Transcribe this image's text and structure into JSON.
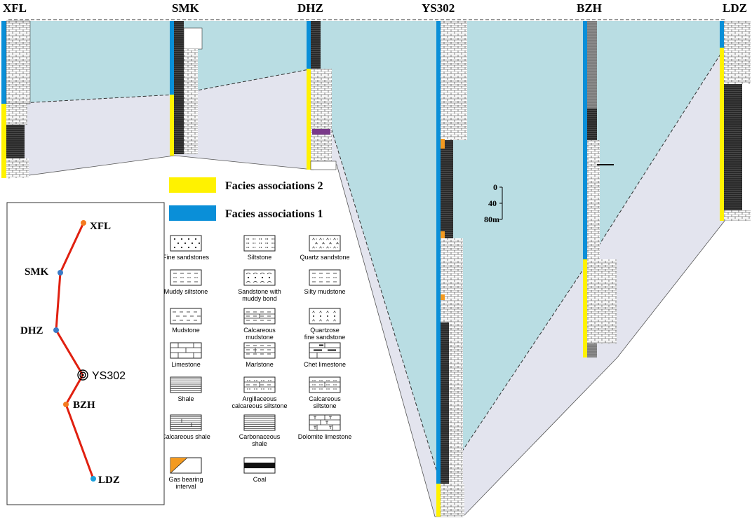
{
  "wells": [
    {
      "id": "xfl",
      "name": "XFL"
    },
    {
      "id": "smk",
      "name": "SMK"
    },
    {
      "id": "dhz",
      "name": "DHZ"
    },
    {
      "id": "ys302",
      "name": "YS302"
    },
    {
      "id": "bzh",
      "name": "BZH"
    },
    {
      "id": "ldz",
      "name": "LDZ"
    }
  ],
  "facies_legend": [
    {
      "label": "Facies associations 2",
      "color": "#FFF200"
    },
    {
      "label": "Facies associations 1",
      "color": "#0A8FD8"
    }
  ],
  "lithology_legend": [
    {
      "label": "Fine sandstones",
      "pattern": "dots"
    },
    {
      "label": "Siltstone",
      "pattern": "silt"
    },
    {
      "label": "Quartz sandstone",
      "pattern": "triangles"
    },
    {
      "label": "Muddy siltstone",
      "pattern": "muddy-silt"
    },
    {
      "label": "Sandstone with muddy bond",
      "pattern": "sand-mud"
    },
    {
      "label": "Silty mudstone",
      "pattern": "silty-mud"
    },
    {
      "label": "Mudstone",
      "pattern": "dashes"
    },
    {
      "label": "Calcareous mudstone",
      "pattern": "calc-mud"
    },
    {
      "label": "Quartzose fine sandstone",
      "pattern": "quartzose"
    },
    {
      "label": "Limestone",
      "pattern": "bricks"
    },
    {
      "label": "Marlstone",
      "pattern": "marl"
    },
    {
      "label": "Chet limestone",
      "pattern": "chert"
    },
    {
      "label": "Shale",
      "pattern": "lines"
    },
    {
      "label": "Argillaceous calcareous siltstone",
      "pattern": "arg-calc-silt"
    },
    {
      "label": "Calcareous siltstone",
      "pattern": "calc-silt"
    },
    {
      "label": "Calcareous shale",
      "pattern": "calc-shale"
    },
    {
      "label": "Carbonaceous shale",
      "pattern": "carb-shale"
    },
    {
      "label": "Dolomite limestone",
      "pattern": "dolomite"
    },
    {
      "label": "Gas bearing interval",
      "pattern": "gas"
    },
    {
      "label": "Coal",
      "pattern": "coal"
    }
  ],
  "scale_bar": {
    "ticks": [
      "0",
      "40",
      "80m"
    ]
  },
  "location_map": {
    "points": [
      {
        "name": "XFL",
        "marker_color": "#F47A20"
      },
      {
        "name": "SMK",
        "marker_color": "#3A7BC8"
      },
      {
        "name": "DHZ",
        "marker_color": "#3A7BC8"
      },
      {
        "name": "YS302",
        "marker_color": "#000000"
      },
      {
        "name": "BZH",
        "marker_color": "#F47A20"
      },
      {
        "name": "LDZ",
        "marker_color": "#1BA0DC"
      }
    ],
    "line_color": "#E02010"
  },
  "colors": {
    "fa1_fill": "#B9DDE3",
    "fa2_fill": "#E3E4EE",
    "fa1_bar": "#0A8FD8",
    "fa2_bar": "#FFF200"
  }
}
